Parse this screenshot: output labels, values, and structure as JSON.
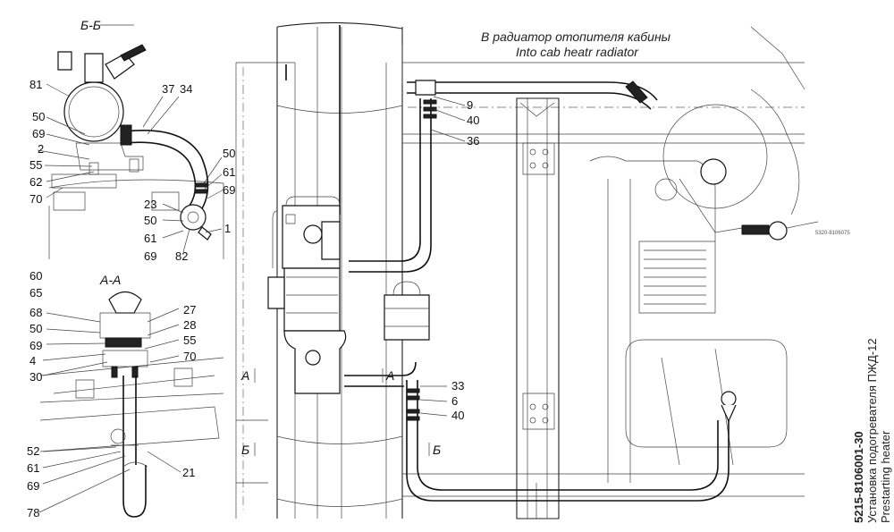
{
  "caption": {
    "ru": "В радиатор отопителя кабины",
    "en": "Into cab heatr radiator"
  },
  "title_block": {
    "code": "5215-8106001-30",
    "ru": "Установка подогревателя ПЖД-12",
    "en": "Prestarting heater"
  },
  "small_note": "5320-8106075",
  "sections": {
    "bb": "Б-Б",
    "aa": "А-А",
    "a_mark": "А",
    "b_mark": "Б"
  },
  "callouts": {
    "bb": [
      "81",
      "50",
      "69",
      "2",
      "55",
      "62",
      "70",
      "37",
      "34",
      "50",
      "61",
      "69",
      "23",
      "50",
      "61",
      "69",
      "82",
      "1"
    ],
    "aa": [
      "60",
      "65",
      "68",
      "50",
      "69",
      "4",
      "30",
      "27",
      "28",
      "55",
      "70",
      "52",
      "61",
      "69",
      "78",
      "21"
    ],
    "main": [
      "9",
      "40",
      "36",
      "33",
      "6",
      "40"
    ]
  }
}
